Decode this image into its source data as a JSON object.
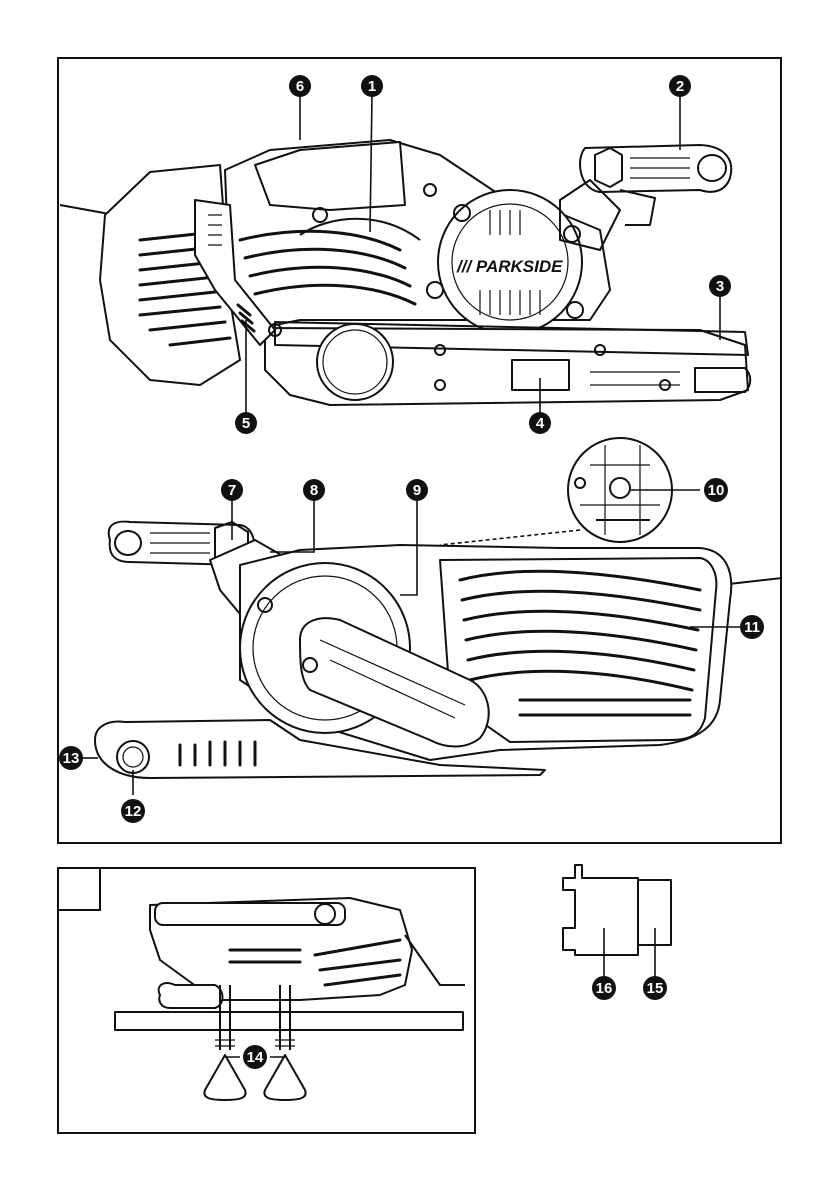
{
  "figure": {
    "brand_text": "/// PARKSIDE",
    "callouts": [
      "1",
      "2",
      "3",
      "4",
      "5",
      "6",
      "7",
      "8",
      "9",
      "10",
      "11",
      "12",
      "13",
      "14",
      "15",
      "16"
    ],
    "fig_box_label": ""
  }
}
